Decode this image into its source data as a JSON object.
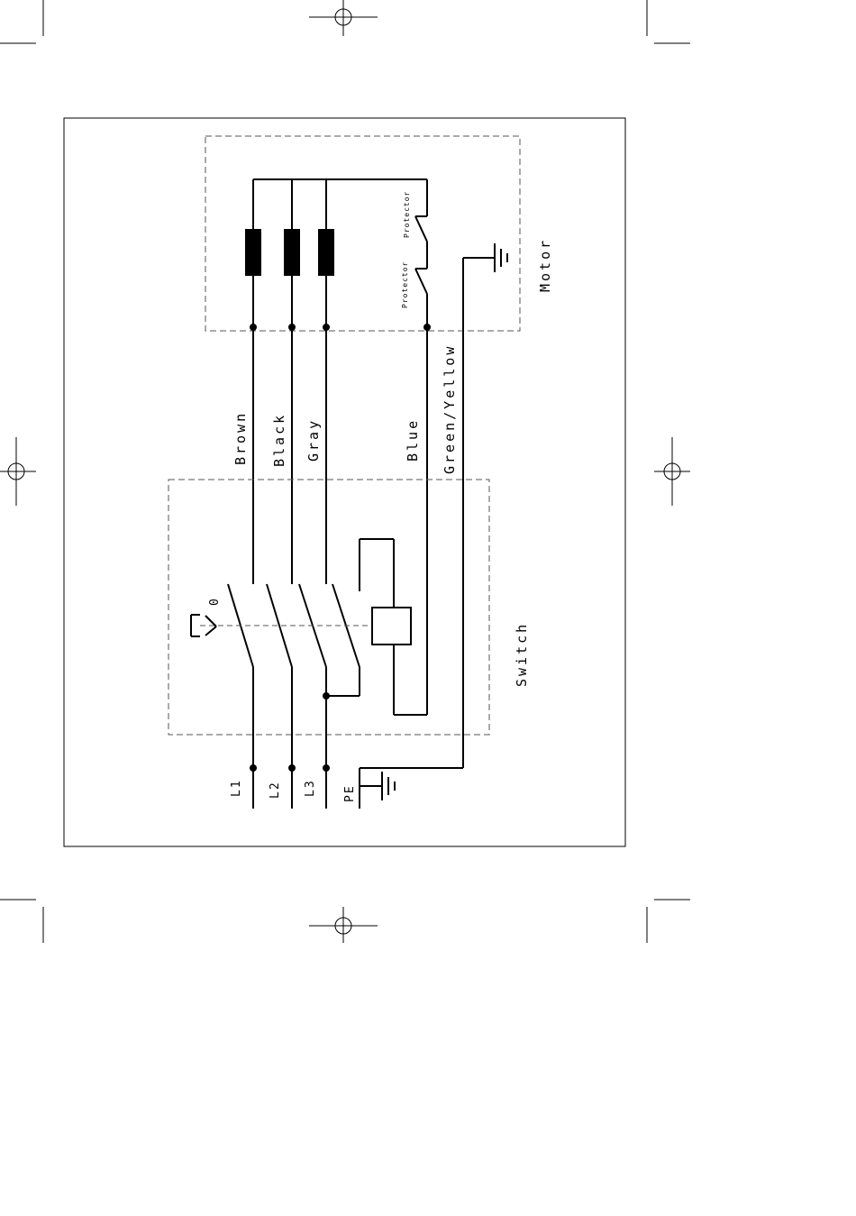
{
  "diagram": {
    "motor_label": "Motor",
    "switch_label": "Switch",
    "protector_label": "Protector",
    "switch_position_label": "0",
    "wires": {
      "brown": "Brown",
      "black": "Black",
      "gray": "Gray",
      "blue": "Blue",
      "green_yellow": "Green/Yellow"
    },
    "terminals": {
      "l1": "L1",
      "l2": "L2",
      "l3": "L3",
      "pe": "PE"
    }
  }
}
